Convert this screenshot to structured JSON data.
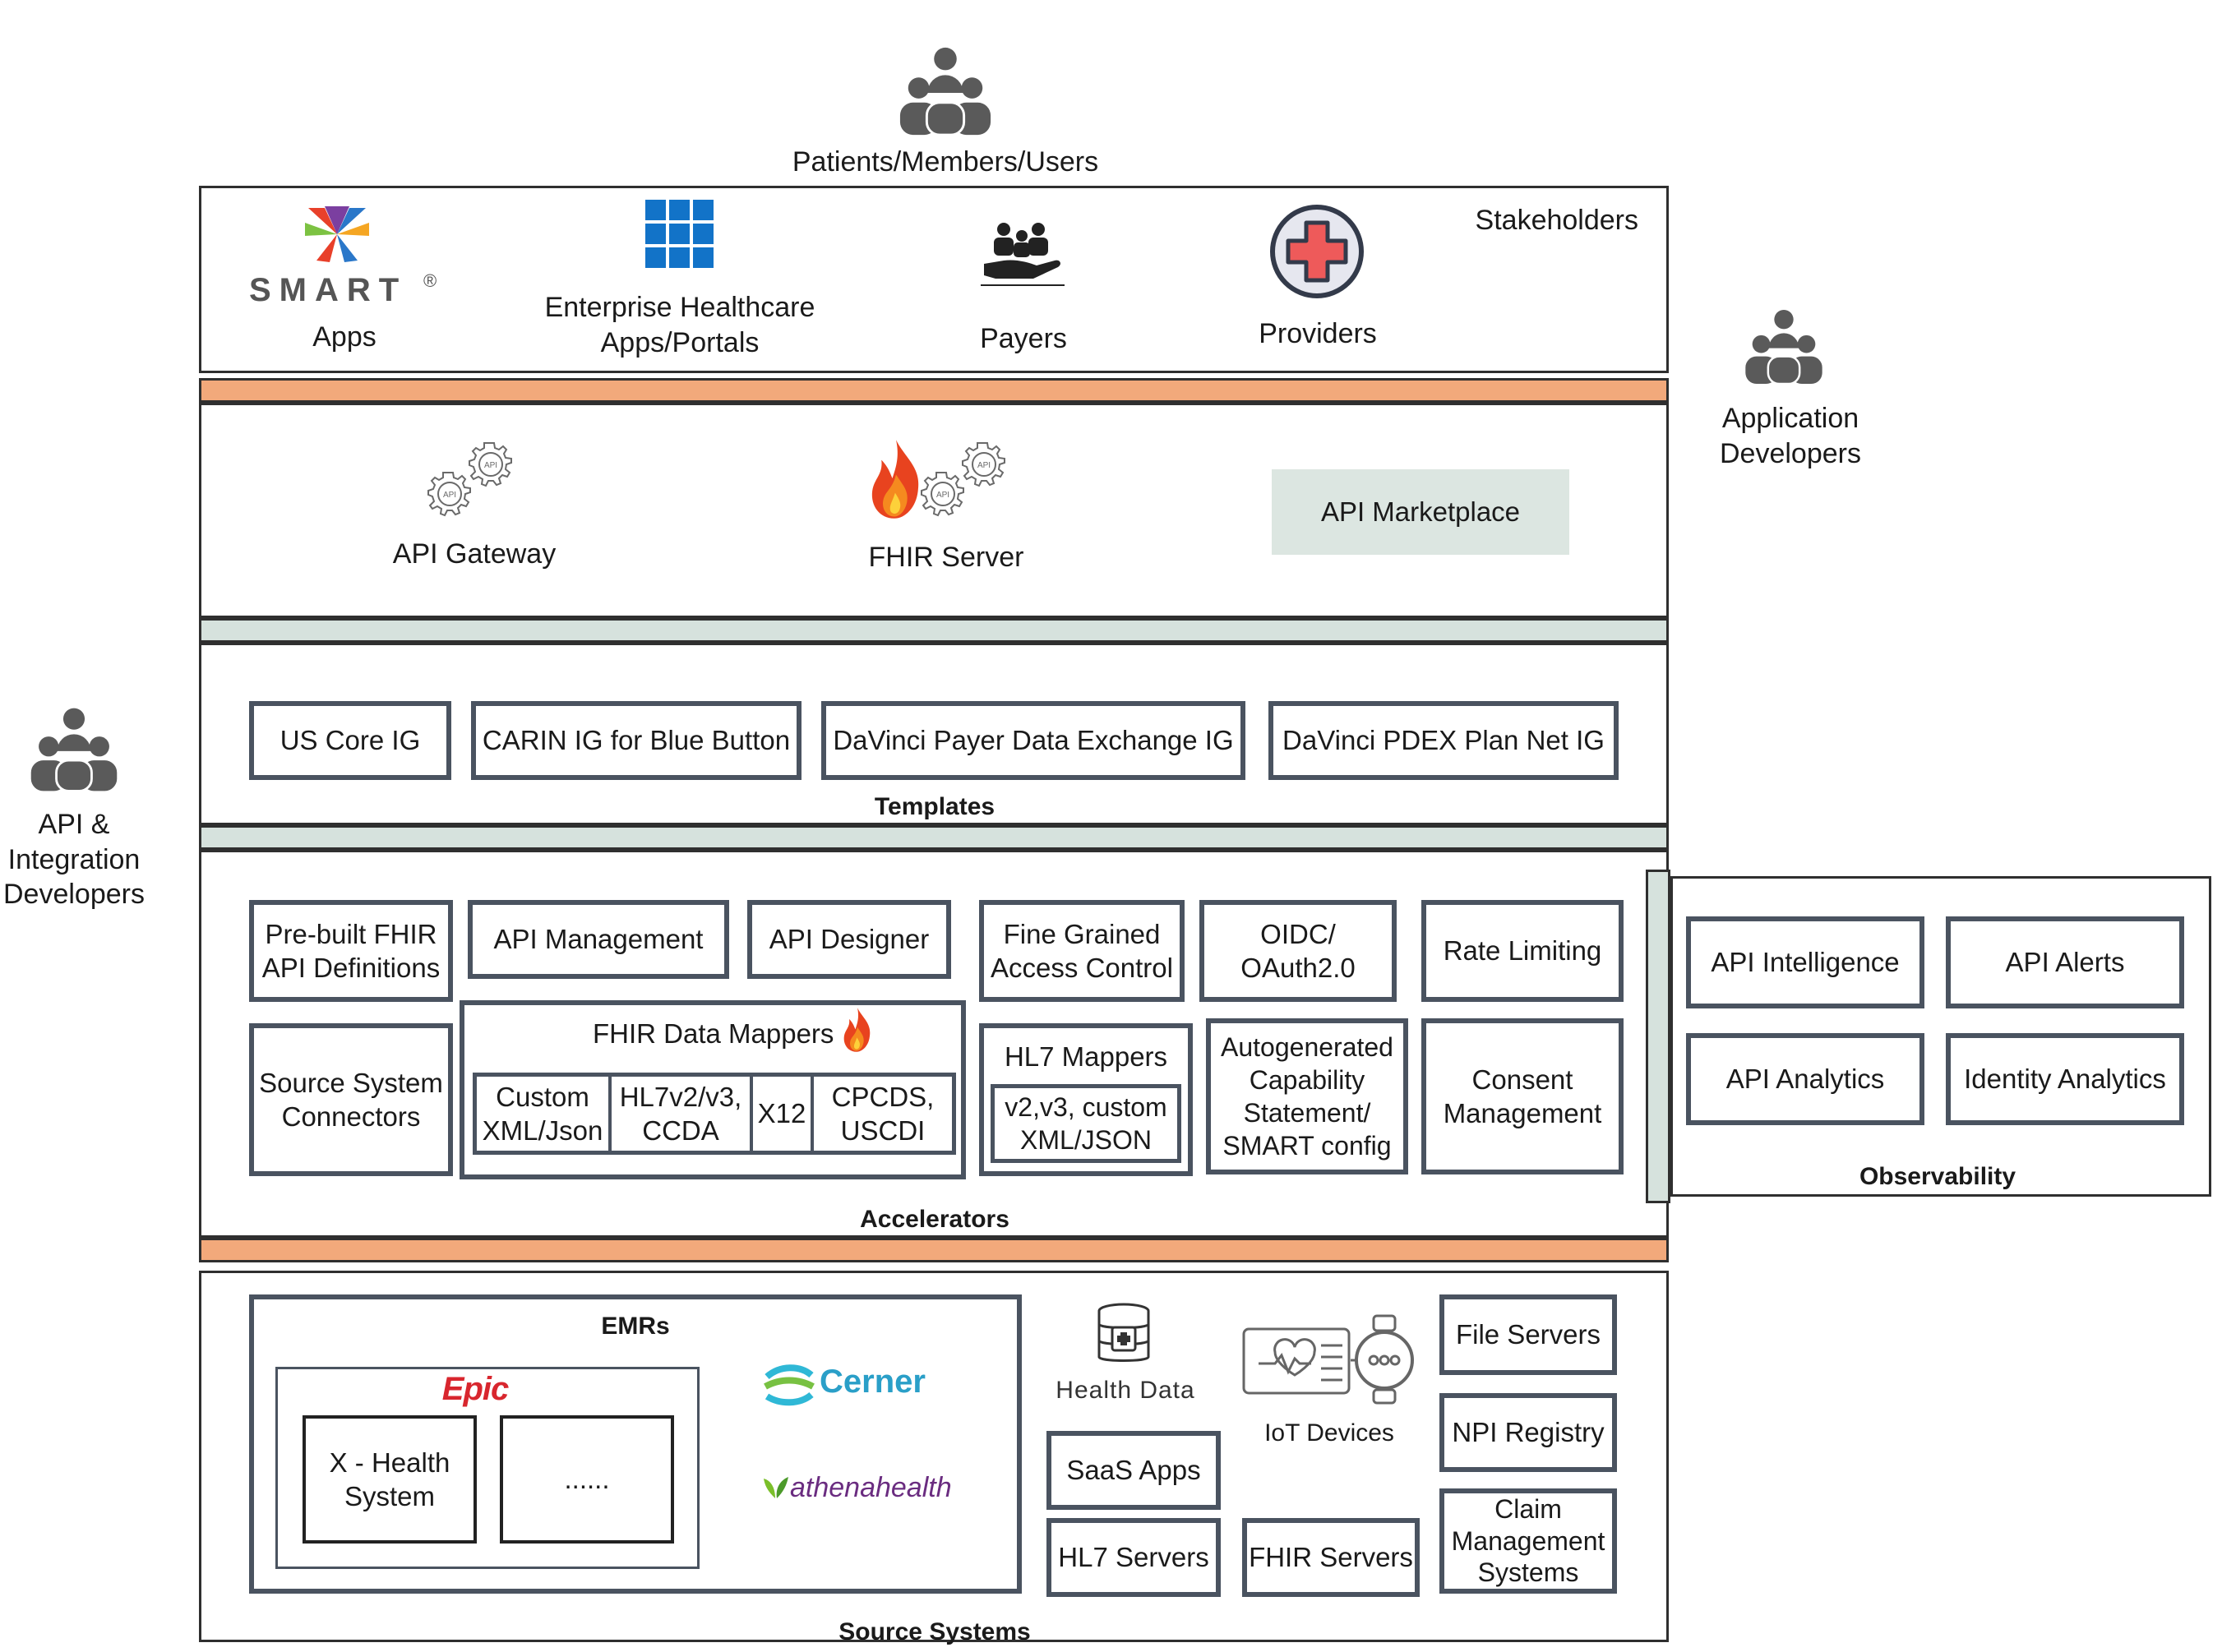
{
  "colors": {
    "orange": "#f2a97b",
    "gray_band": "#d6e2dd",
    "marketplace": "#dce6e1",
    "border": "#4a5360",
    "icon": "#5a5a5a"
  },
  "top": {
    "label": "Patients/Members/Users"
  },
  "side": {
    "left_label": "API &\nIntegration\nDevelopers",
    "right_label": "Application\nDevelopers"
  },
  "stakeholders": {
    "title": "Stakeholders",
    "smart_wordmark": "SMART",
    "smart_label": "Apps",
    "enterprise_label": "Enterprise Healthcare\nApps/Portals",
    "payers_label": "Payers",
    "providers_label": "Providers"
  },
  "gateway_layer": {
    "api_gateway": "API Gateway",
    "fhir_server": "FHIR Server",
    "api_marketplace": "API Marketplace"
  },
  "templates": {
    "title": "Templates",
    "items": [
      "US Core IG",
      "CARIN IG for Blue Button",
      "DaVinci Payer Data Exchange IG",
      "DaVinci PDEX Plan Net IG"
    ]
  },
  "accelerators": {
    "title": "Accelerators",
    "prebuilt": "Pre-built FHIR\nAPI Definitions",
    "api_management": "API Management",
    "api_designer": "API Designer",
    "fine_grained": "Fine Grained\nAccess Control",
    "oidc": "OIDC/\nOAuth2.0",
    "rate_limiting": "Rate Limiting",
    "source_connectors": "Source System\nConnectors",
    "mappers": {
      "title": "FHIR Data Mappers",
      "items": [
        "Custom\nXML/Json",
        "HL7v2/v3,\nCCDA",
        "X12",
        "CPCDS,\nUSCDI"
      ]
    },
    "hl7_mappers": {
      "title": "HL7 Mappers",
      "inner": "v2,v3, custom\nXML/JSON"
    },
    "autogenerated": "Autogenerated\nCapability\nStatement/\nSMART config",
    "consent": "Consent\nManagement"
  },
  "observability": {
    "title": "Observability",
    "items": [
      "API Intelligence",
      "API Alerts",
      "API Analytics",
      "Identity Analytics"
    ]
  },
  "source_systems": {
    "title": "Source Systems",
    "emrs_title": "EMRs",
    "epic": "Epic",
    "x_health": "X - Health\nSystem",
    "dots": "......",
    "cerner": "Cerner",
    "athena": "athenahealth",
    "health_data": "Health Data",
    "iot": "IoT Devices",
    "saas": "SaaS Apps",
    "hl7_servers": "HL7 Servers",
    "fhir_servers": "FHIR Servers",
    "file_servers": "File Servers",
    "npi_registry": "NPI Registry",
    "claim_mgmt": "Claim\nManagement\nSystems"
  }
}
